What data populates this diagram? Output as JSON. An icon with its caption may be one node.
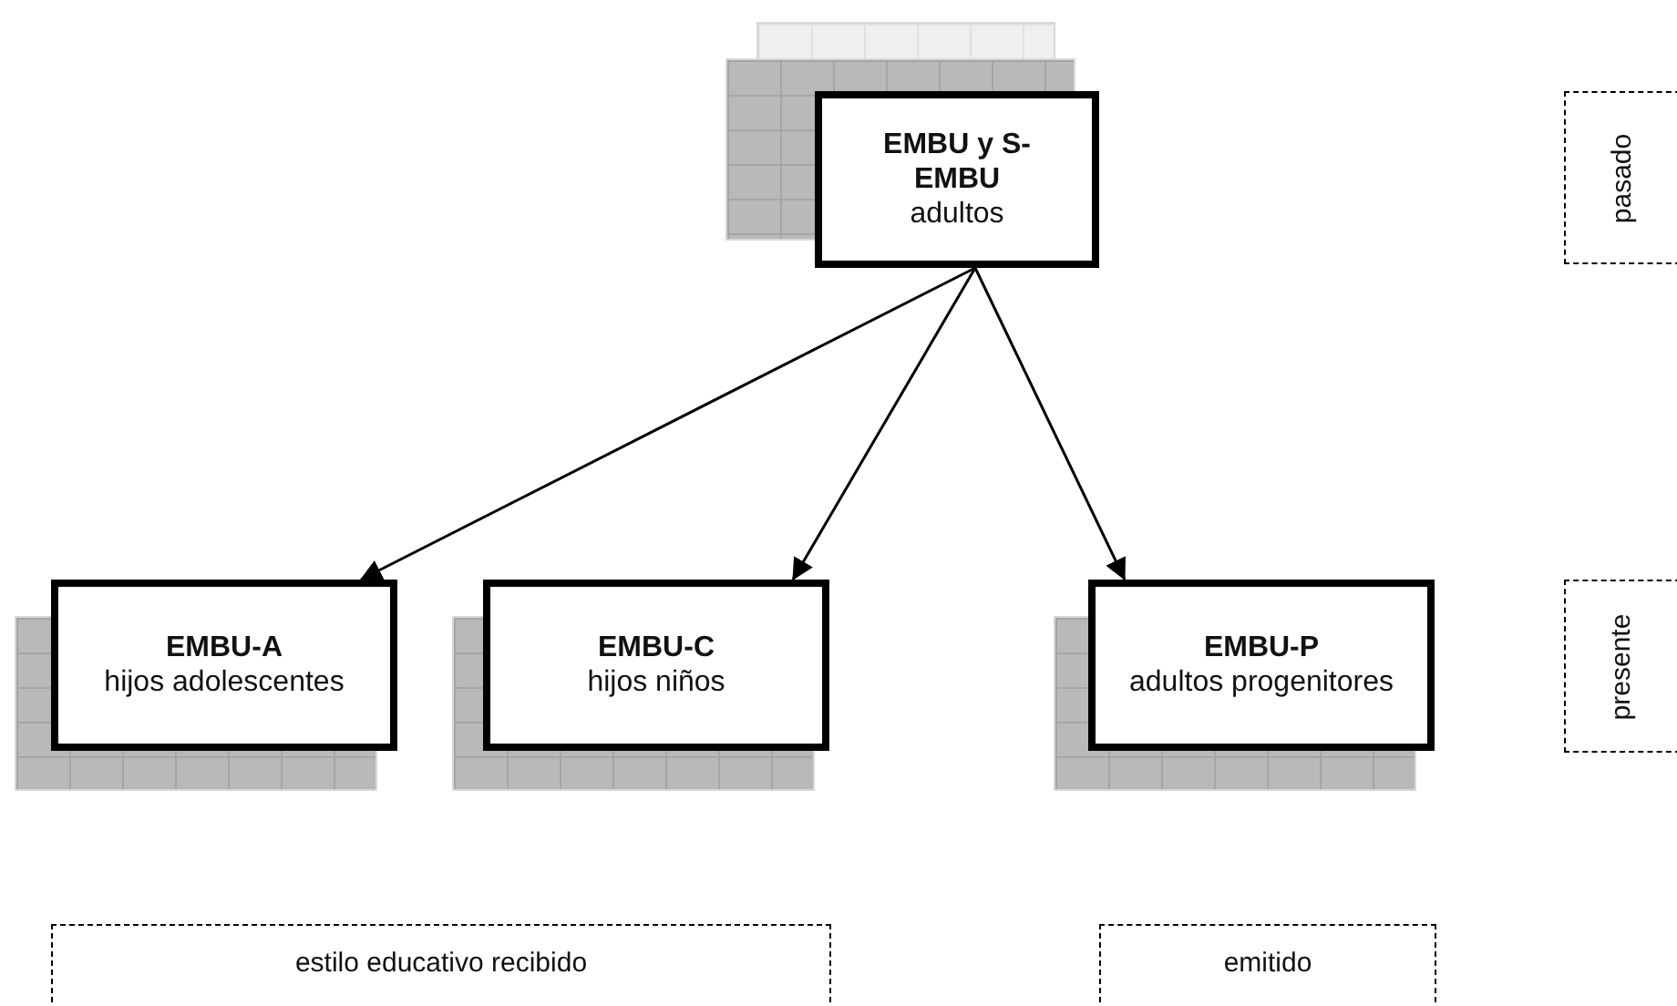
{
  "diagram": {
    "nodes": [
      {
        "text": [
          "EMBU y S-EMBU",
          "adultos"
        ]
      },
      {
        "text": [
          "pasado"
        ]
      },
      {
        "text": [
          "EMBU-A",
          "hijos adolescentes"
        ]
      },
      {
        "text": [
          "EMBU-C",
          "hijos niños"
        ]
      },
      {
        "text": [
          "EMBU-P",
          "adultos progenitores"
        ]
      },
      {
        "text": [
          "presente"
        ]
      },
      {
        "text": [
          "estilo educativo recibido"
        ]
      },
      {
        "text": [
          "emitido"
        ]
      }
    ],
    "edges": [
      {
        "from": 0,
        "to": 2,
        "arrow": "to"
      },
      {
        "from": 0,
        "to": 3,
        "arrow": "to"
      },
      {
        "from": 0,
        "to": 4,
        "arrow": "to"
      }
    ]
  }
}
